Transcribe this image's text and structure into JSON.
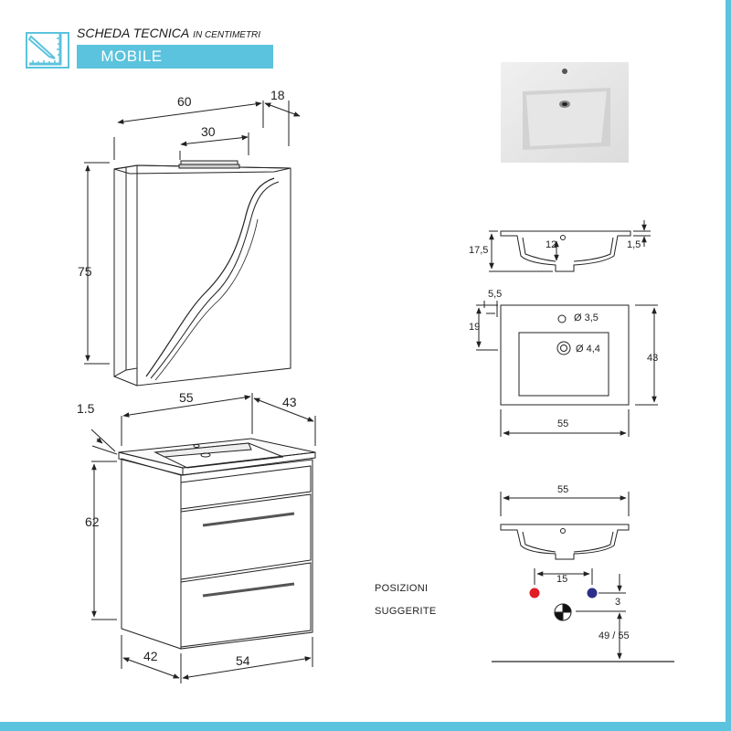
{
  "header": {
    "title": "SCHEDA TECNICA",
    "subtitle": "IN CENTIMETRI",
    "band_label": "MOBILE",
    "icon": "ruler-pencil-icon",
    "accent_color": "#5bc3de"
  },
  "mirror_cabinet": {
    "width": "60",
    "depth": "18",
    "height": "75",
    "lamp_width": "30"
  },
  "base_cabinet": {
    "top_width": "55",
    "top_depth": "43",
    "top_thickness": "1.5",
    "height": "62",
    "width": "54",
    "depth": "42"
  },
  "basin_section": {
    "height": "17,5",
    "inner_depth": "12",
    "rim": "1,5"
  },
  "basin_top": {
    "offset_x": "5,5",
    "offset_y": "19",
    "tap_hole": "Ø 3,5",
    "drain_hole": "Ø 4,4",
    "depth": "43",
    "width": "55"
  },
  "basin_front": {
    "width": "55"
  },
  "positions": {
    "label_line1": "POSIZIONI",
    "label_line2": "SUGGERITE",
    "spacing": "15",
    "offset": "3",
    "height": "49 / 55",
    "hot_color": "#e01c24",
    "cold_color": "#2b2f8a"
  }
}
